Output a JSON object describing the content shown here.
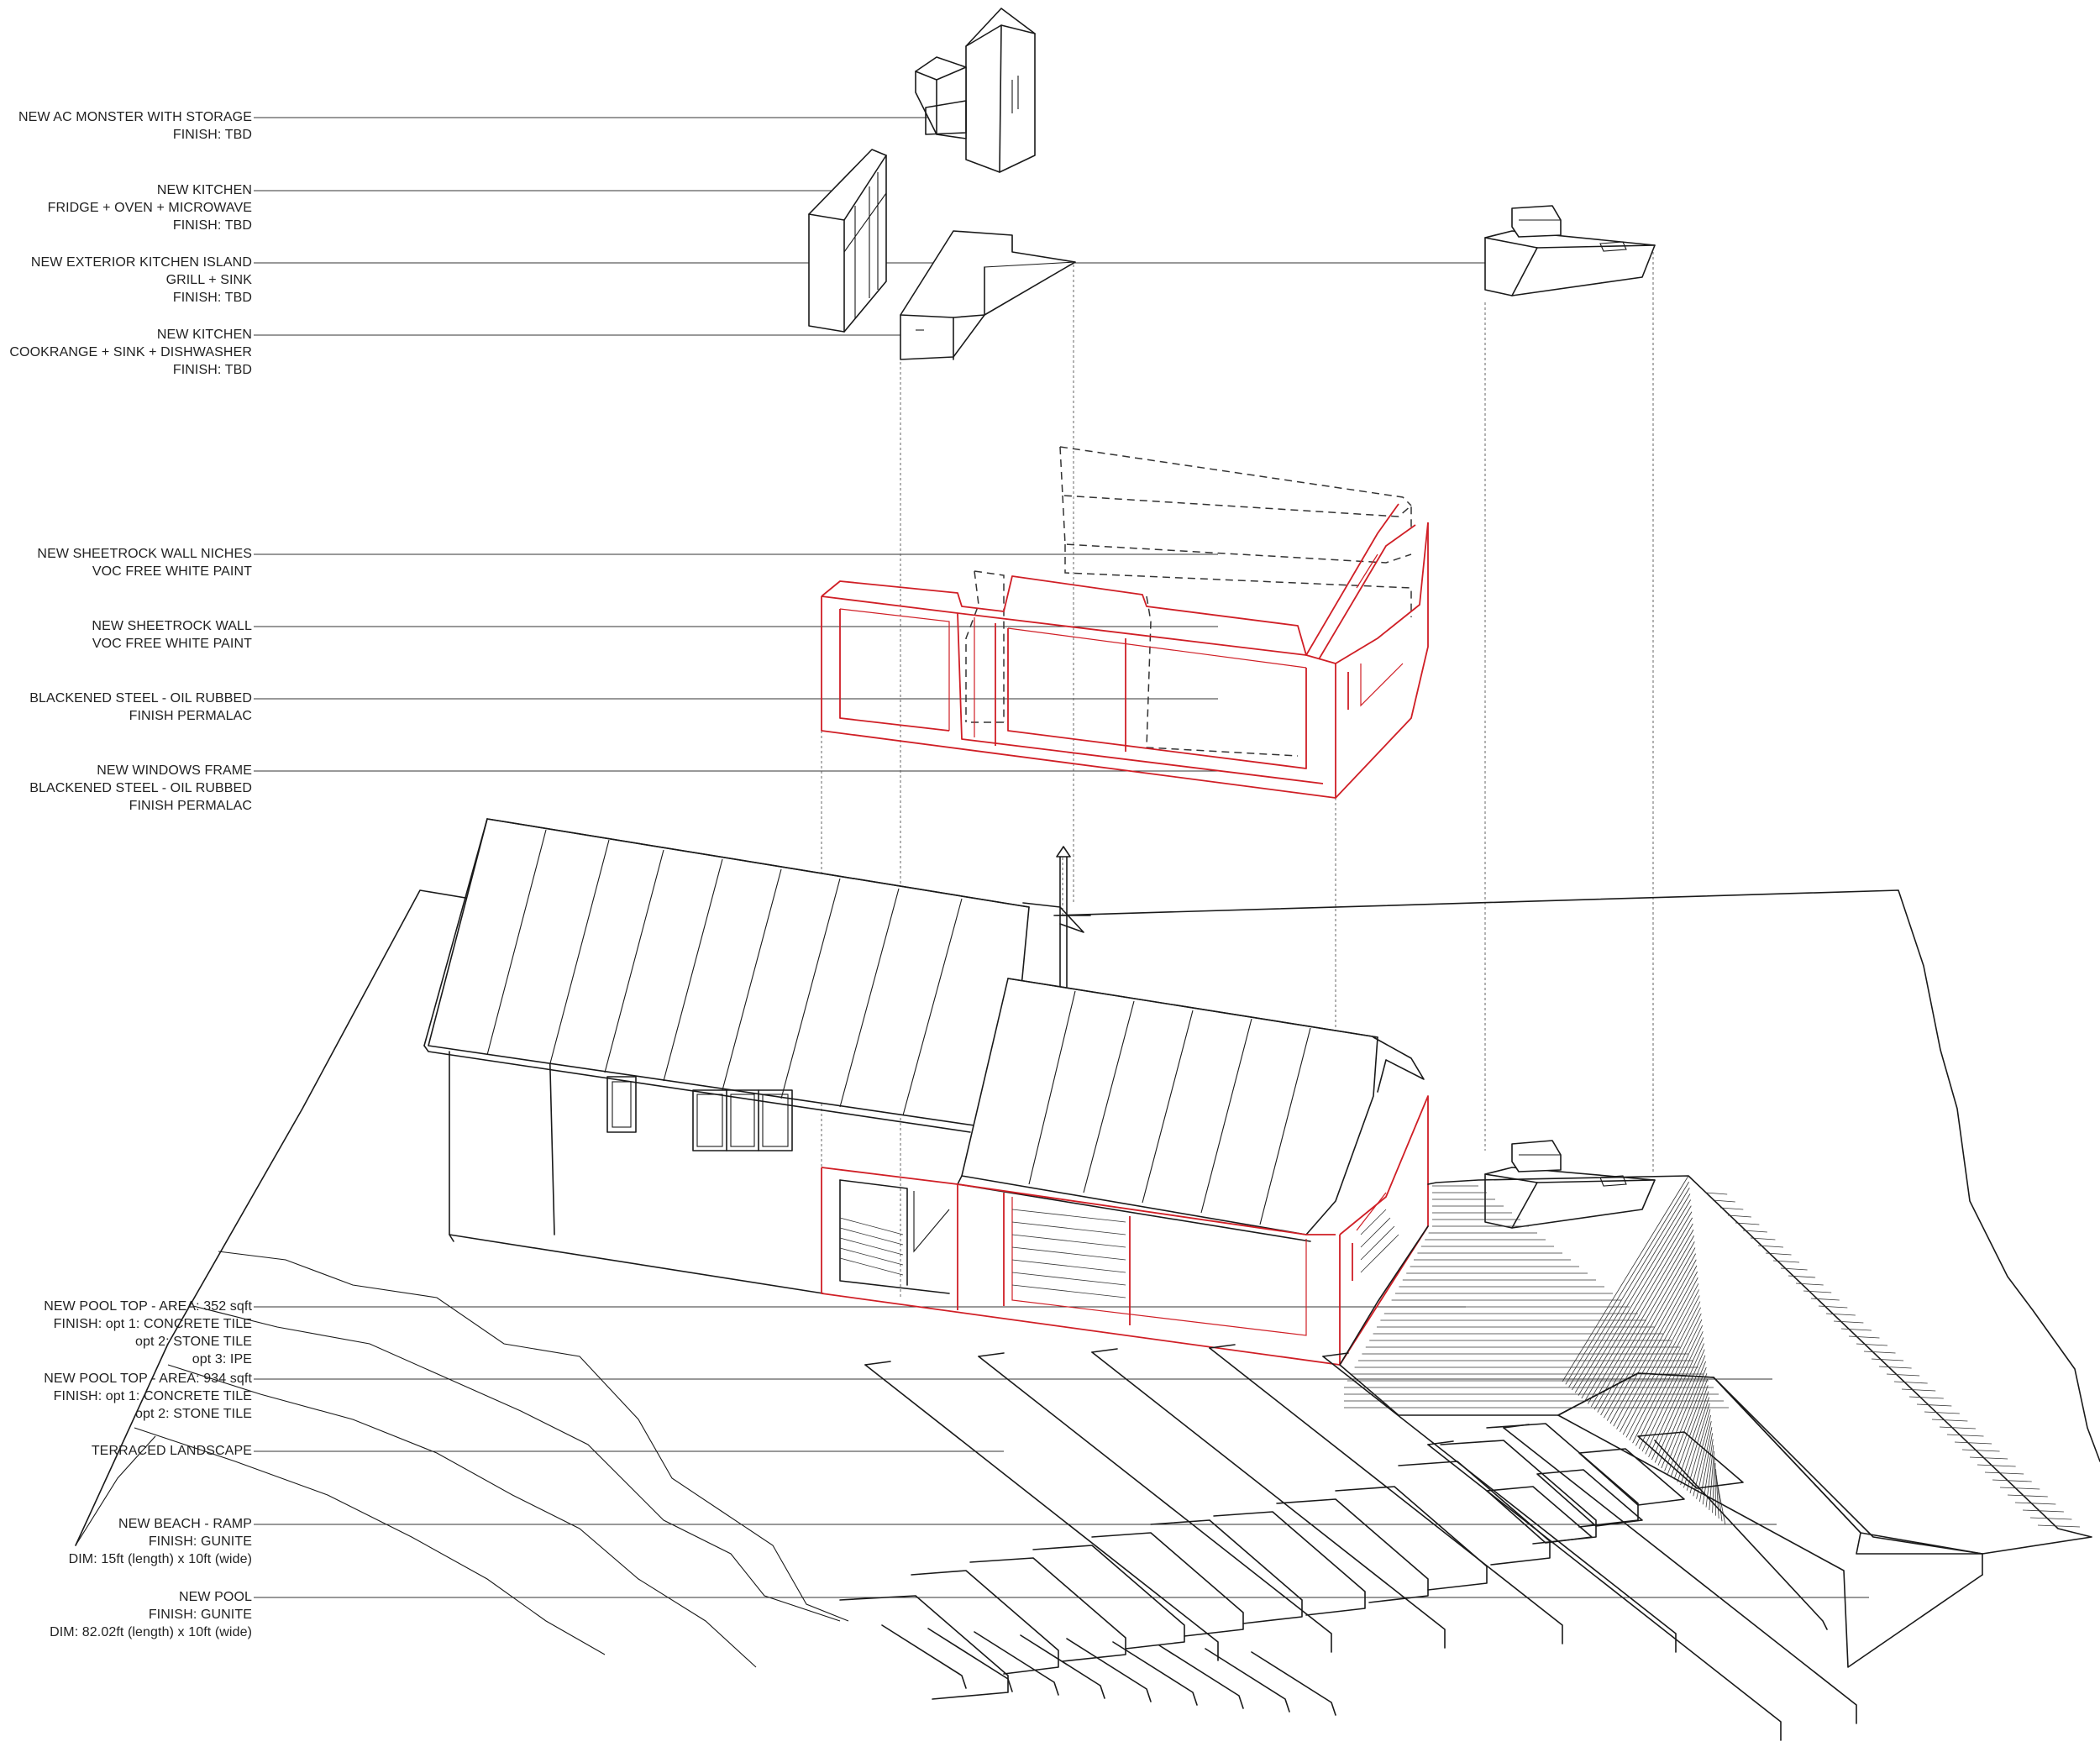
{
  "colors": {
    "linework": "#1a1a1a",
    "new_steel_red": "#d01f26",
    "background": "#ffffff"
  },
  "labels": {
    "ac_monster": {
      "lines": [
        "NEW AC MONSTER WITH STORAGE",
        "FINISH: TBD"
      ]
    },
    "kitchen_fridge": {
      "lines": [
        "NEW KITCHEN",
        "FRIDGE + OVEN + MICROWAVE",
        "FINISH: TBD"
      ]
    },
    "exterior_kitchen_island": {
      "lines": [
        "NEW EXTERIOR KITCHEN ISLAND",
        "GRILL + SINK",
        "FINISH: TBD"
      ]
    },
    "kitchen_cookrange": {
      "lines": [
        "NEW KITCHEN",
        "COOKRANGE + SINK + DISHWASHER",
        "FINISH: TBD"
      ]
    },
    "wall_niches": {
      "lines": [
        "NEW SHEETROCK WALL NICHES",
        "VOC FREE WHITE PAINT"
      ]
    },
    "sheetrock_wall": {
      "lines": [
        "NEW SHEETROCK WALL",
        "VOC FREE WHITE PAINT"
      ]
    },
    "blackened_steel": {
      "lines": [
        "BLACKENED STEEL - OIL RUBBED",
        "FINISH PERMALAC"
      ]
    },
    "windows_frame": {
      "lines": [
        "NEW WINDOWS FRAME",
        "BLACKENED STEEL - OIL RUBBED",
        "FINISH PERMALAC"
      ]
    },
    "pool_top_352": {
      "lines": [
        "NEW POOL TOP - AREA: 352 sqft",
        "FINISH: opt 1: CONCRETE TILE",
        "opt 2: STONE TILE",
        "opt 3: IPE"
      ]
    },
    "pool_top_934": {
      "lines": [
        "NEW POOL TOP - AREA: 934 sqft",
        "FINISH: opt 1: CONCRETE TILE",
        "opt 2: STONE TILE"
      ]
    },
    "terraced_landscape": {
      "lines": [
        "TERRACED LANDSCAPE"
      ]
    },
    "beach_ramp": {
      "lines": [
        "NEW BEACH - RAMP",
        "FINISH: GUNITE",
        "DIM: 15ft (length) x 10ft (wide)"
      ]
    },
    "pool": {
      "lines": [
        "NEW POOL",
        "FINISH: GUNITE",
        "DIM: 82.02ft (length) x 10ft (wide)"
      ]
    }
  }
}
